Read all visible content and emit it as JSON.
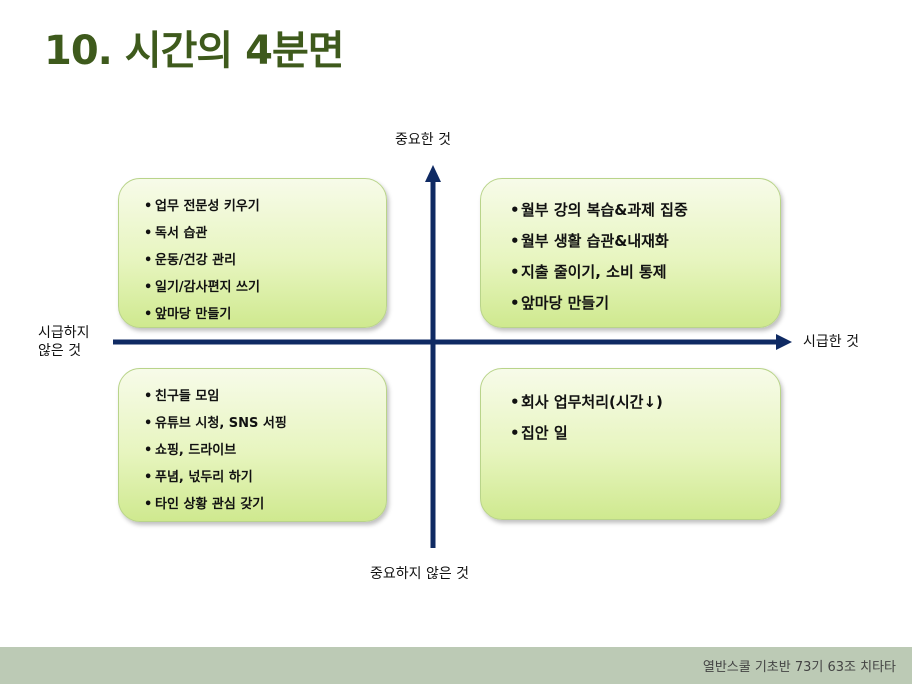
{
  "title": "10. 시간의 4분면",
  "axes": {
    "top": "중요한 것",
    "bottom": "중요하지 않은 것",
    "left_line1": "시급하지",
    "left_line2": "않은 것",
    "right": "시급한 것"
  },
  "quadrants": {
    "important_not_urgent": [
      "업무 전문성 키우기",
      "독서 습관",
      "운동/건강 관리",
      "일기/감사편지 쓰기",
      "앞마당 만들기"
    ],
    "important_urgent": [
      "월부 강의 복습&과제 집중",
      "월부 생활 습관&내재화",
      "지출 줄이기, 소비 통제",
      "앞마당 만들기"
    ],
    "not_important_not_urgent": [
      "친구들 모임",
      "유튜브 시청, SNS 서핑",
      "쇼핑, 드라이브",
      "푸념, 넋두리 하기",
      "타인 상황 관심 갖기"
    ],
    "not_important_urgent": [
      "회사 업무처리(시간↓)",
      "집안 일"
    ]
  },
  "footer": "열반스쿨 기초반 73기 63조 치타타",
  "colors": {
    "title": "#3e5a1c",
    "axis": "#0f2a63",
    "footer_bg": "#bccab5"
  }
}
